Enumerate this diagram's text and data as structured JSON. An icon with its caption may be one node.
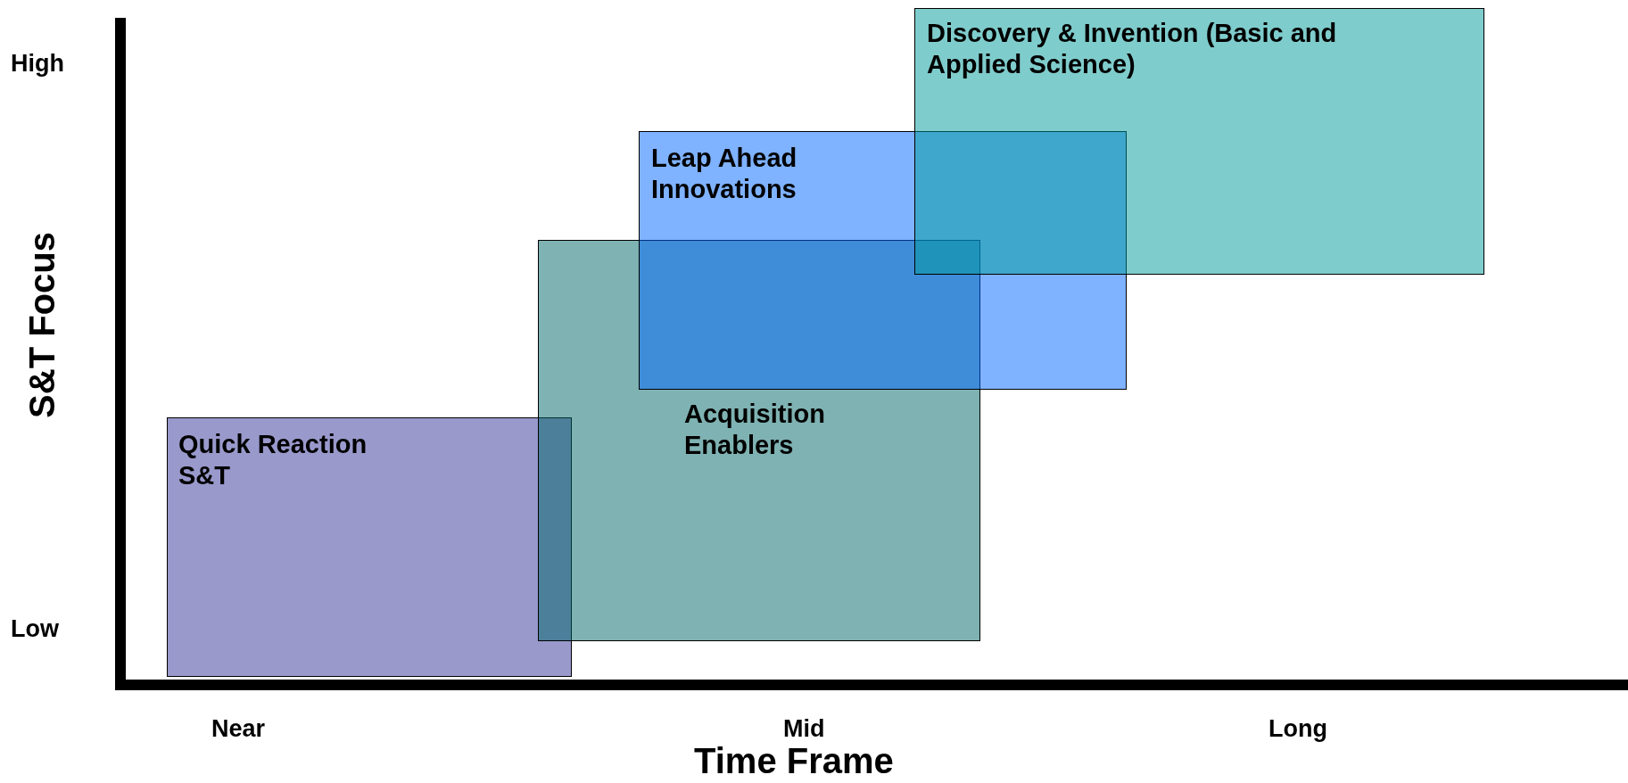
{
  "diagram": {
    "nodes": [
      {
        "text": [
          "Quick Reaction S&T"
        ]
      },
      {
        "text": [
          "Acquisition Enablers"
        ]
      },
      {
        "text": [
          "Leap Ahead Innovations"
        ]
      },
      {
        "text": [
          "Discovery & Invention (Basic and Applied Science)"
        ]
      }
    ],
    "labels": [
      "High",
      "S&T Focus",
      "Low",
      "Near",
      "Mid",
      "Long",
      "Time Frame"
    ]
  }
}
